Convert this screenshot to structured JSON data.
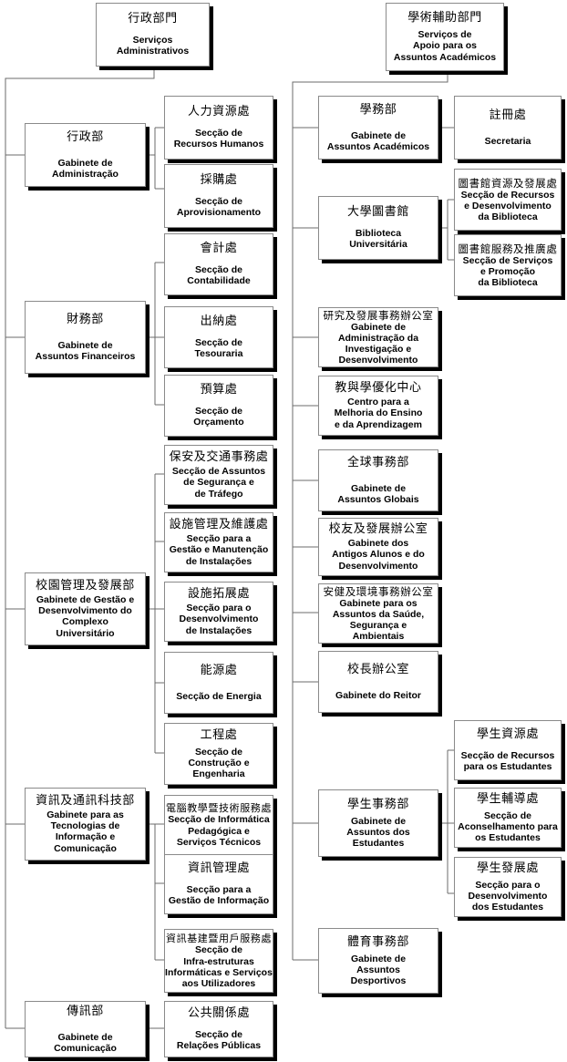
{
  "diagram": {
    "title": "University Organizational Chart",
    "line_color": "#6b6b6b",
    "box_border_color": "#8a8a8a",
    "box_shadow_color": "#000000",
    "background": "#ffffff"
  },
  "roots": [
    {
      "id": "admin-services",
      "zh": "行政部門",
      "pt": "Serviços\nAdministrativos"
    },
    {
      "id": "academic-support-services",
      "zh": "學術輔助部門",
      "pt": "Serviços de\nApoio para os\nAssuntos Académicos"
    }
  ],
  "admin_departments": [
    {
      "id": "office-of-administration",
      "zh": "行政部",
      "pt": "Gabinete de\nAdministração"
    },
    {
      "id": "office-of-financial-affairs",
      "zh": "財務部",
      "pt": "Gabinete de\nAssuntos Financeiros"
    },
    {
      "id": "office-of-campus-management-development",
      "zh": "校園管理及發展部",
      "pt": "Gabinete de Gestão e\nDesenvolvimento do\nComplexo\nUniversitário"
    },
    {
      "id": "office-of-ict",
      "zh": "資訊及通訊科技部",
      "pt": "Gabinete para as\nTecnologias de\nInformação e\nComunicação"
    },
    {
      "id": "office-of-communication",
      "zh": "傳訊部",
      "pt": "Gabinete de\nComunicação"
    }
  ],
  "admin_sections": [
    {
      "id": "human-resources-section",
      "zh": "人力資源處",
      "pt": "Secção de\nRecursos Humanos"
    },
    {
      "id": "procurement-section",
      "zh": "採購處",
      "pt": "Secção de\nAprovisionamento"
    },
    {
      "id": "accounting-section",
      "zh": "會計處",
      "pt": "Secção de\nContabilidade"
    },
    {
      "id": "treasury-section",
      "zh": "出納處",
      "pt": "Secção de\nTesouraria"
    },
    {
      "id": "budget-section",
      "zh": "預算處",
      "pt": "Secção de\nOrçamento"
    },
    {
      "id": "security-traffic-section",
      "zh": "保安及交通事務處",
      "pt": "Secção de Assuntos\nde Segurança e\nde Tráfego"
    },
    {
      "id": "facility-management-maintenance-section",
      "zh": "設施管理及維護處",
      "pt": "Secção para a\nGestão e Manutenção\nde Instalações"
    },
    {
      "id": "facility-development-section",
      "zh": "設施拓展處",
      "pt": "Secção para o\nDesenvolvimento\nde Instalações"
    },
    {
      "id": "energy-section",
      "zh": "能源處",
      "pt": "Secção de Energia"
    },
    {
      "id": "construction-engineering-section",
      "zh": "工程處",
      "pt": "Secção de\nConstrução e\nEngenharia"
    },
    {
      "id": "educational-computing-technical-services-section",
      "zh": "電腦教學暨技術服務處",
      "pt": "Secção de Informática\nPedagógica e\nServiços Técnicos"
    },
    {
      "id": "information-management-section",
      "zh": "資訊管理處",
      "pt": "Secção para a\nGestão de Informação"
    },
    {
      "id": "it-infrastructure-user-services-section",
      "zh": "資訊基建暨用戶服務處",
      "pt": "Secção de\nInfra-estruturas\nInformáticas e Serviços\naos Utilizadores"
    },
    {
      "id": "public-relations-section",
      "zh": "公共關係處",
      "pt": "Secção de\nRelações Públicas"
    }
  ],
  "academic_departments": [
    {
      "id": "office-of-academic-affairs",
      "zh": "學務部",
      "pt": "Gabinete de\nAssuntos Académicos"
    },
    {
      "id": "university-library",
      "zh": "大學圖書館",
      "pt": "Biblioteca\nUniversitária"
    },
    {
      "id": "research-development-administration-office",
      "zh": "研究及發展事務辦公室",
      "pt": "Gabinete de\nAdministração da\nInvestigação e\nDesenvolvimento"
    },
    {
      "id": "centre-teaching-learning-enhancement",
      "zh": "教與學優化中心",
      "pt": "Centro para a\nMelhoria do Ensino\ne da Aprendizagem"
    },
    {
      "id": "office-of-global-affairs",
      "zh": "全球事務部",
      "pt": "Gabinete de\nAssuntos Globais"
    },
    {
      "id": "alumni-development-office",
      "zh": "校友及發展辦公室",
      "pt": "Gabinete dos\nAntigos Alunos e do\nDesenvolvimento"
    },
    {
      "id": "health-safety-environmental-affairs-office",
      "zh": "安健及環境事務辦公室",
      "pt": "Gabinete para os\nAssuntos da Saúde,\nSegurança e\nAmbientais"
    },
    {
      "id": "rectors-office",
      "zh": "校長辦公室",
      "pt": "Gabinete do Reitor"
    },
    {
      "id": "student-affairs-office",
      "zh": "學生事務部",
      "pt": "Gabinete de\nAssuntos dos\nEstudantes"
    },
    {
      "id": "sports-affairs-office",
      "zh": "體育事務部",
      "pt": "Gabinete de\nAssuntos\nDesportivos"
    }
  ],
  "academic_sections": [
    {
      "id": "registry-section",
      "zh": "註冊處",
      "pt": "Secretaria"
    },
    {
      "id": "library-resources-development-section",
      "zh": "圖書館資源及發展處",
      "pt": "Secção de Recursos\ne Desenvolvimento\nda Biblioteca"
    },
    {
      "id": "library-services-promotion-section",
      "zh": "圖書館服務及推廣處",
      "pt": "Secção de Serviços\ne Promoção\nda Biblioteca"
    },
    {
      "id": "student-resources-section",
      "zh": "學生資源處",
      "pt": "Secção de Recursos\npara os Estudantes"
    },
    {
      "id": "student-counselling-section",
      "zh": "學生輔導處",
      "pt": "Secção de\nAconselhamento para\nos Estudantes"
    },
    {
      "id": "student-development-section",
      "zh": "學生發展處",
      "pt": "Secção para o\nDesenvolvimento\ndos Estudantes"
    }
  ]
}
